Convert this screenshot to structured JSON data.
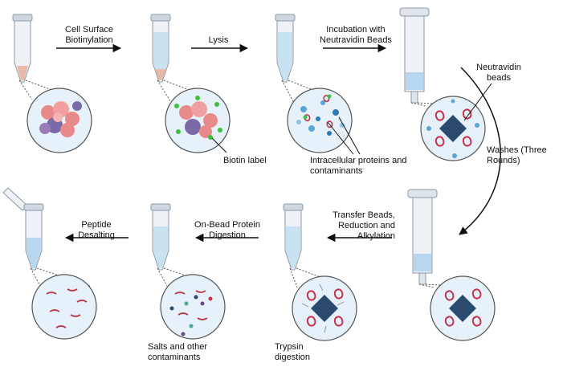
{
  "steps": {
    "s1": "Cell Surface\nBiotinylation",
    "s2": "Lysis",
    "s3": "Incubation with\nNeutravidin Beads",
    "s4": "Washes (Three\nRounds)",
    "s5": "Transfer Beads,\nReduction and\nAlkylation",
    "s6": "On-Bead Protein\nDigestion",
    "s7": "Peptide\nDesalting"
  },
  "labels": {
    "biotin": "Biotin label",
    "intracellular": "Intracellular proteins and\ncontaminants",
    "neutravidin": "Neutravidin\nbeads",
    "trypsin": "Trypsin\ndigestion",
    "salts": "Salts and other\ncontaminants"
  },
  "colors": {
    "tube_outline": "#8c9aa8",
    "tube_fill": "#e9f0f6",
    "liquid": "#b8d7ee",
    "cell_pink": "#e98a8a",
    "cell_purple": "#7a6aa8",
    "biotin_green": "#3cc13c",
    "bead_navy": "#2a4a6e",
    "protein_red": "#c0334a",
    "contaminant_blue": "#5aa6d6"
  }
}
